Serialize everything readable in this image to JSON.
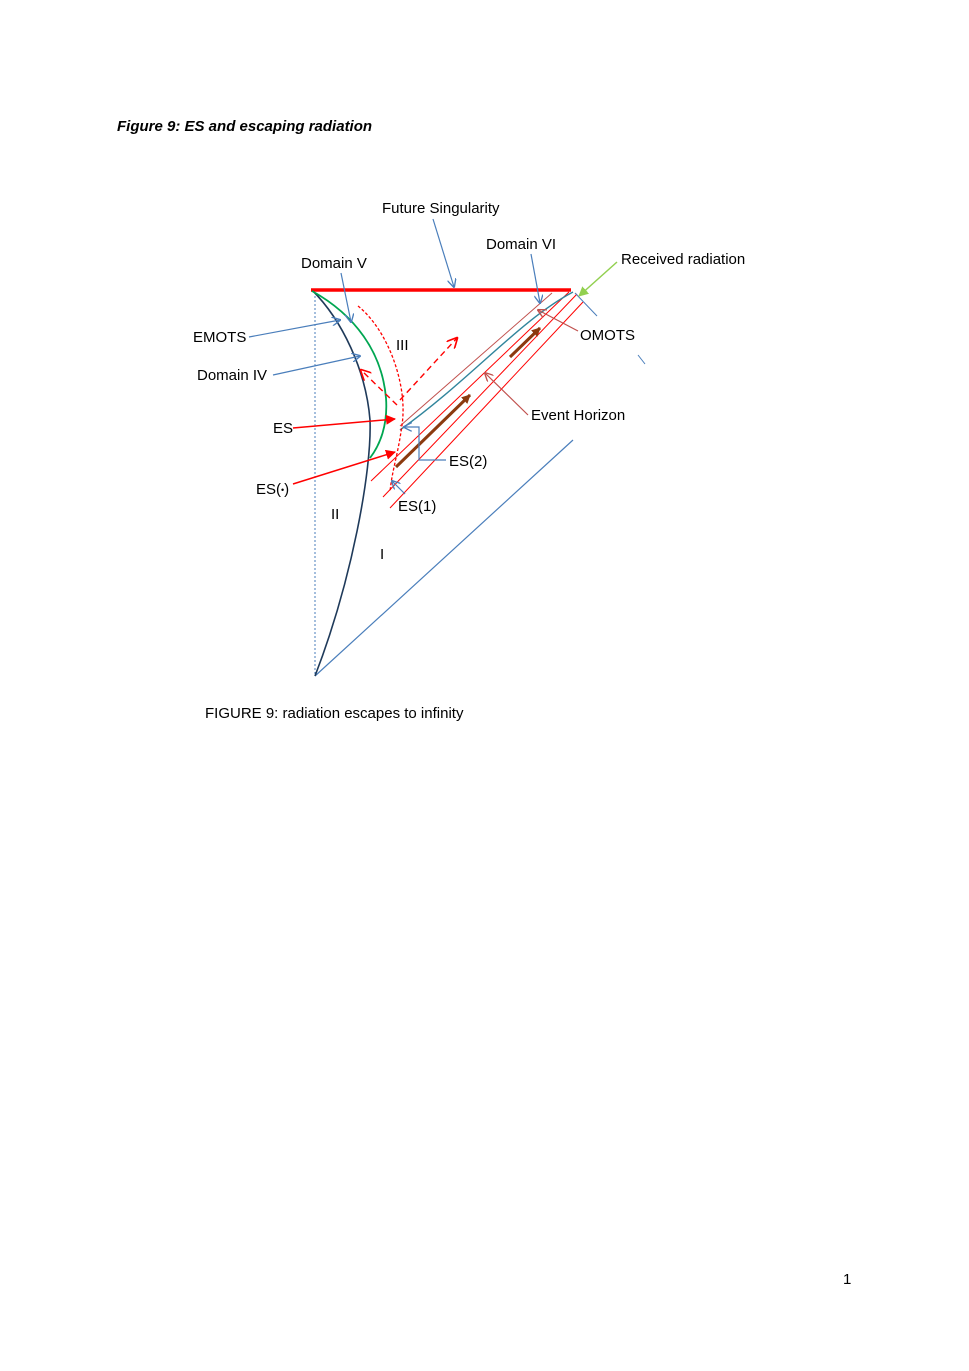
{
  "heading": "Figure 9: ES and escaping radiation",
  "caption": "FIGURE 9: radiation escapes to infinity",
  "page_number": "1",
  "labels": {
    "future_singularity": "Future Singularity",
    "domain_vi": "Domain VI",
    "domain_v": "Domain V",
    "received_radiation": "Received radiation",
    "emots": "EMOTS",
    "omots": "OMOTS",
    "domain_iv": "Domain IV",
    "region_iii": "III",
    "es": "ES",
    "event_horizon": "Event Horizon",
    "es2": "ES(2)",
    "es_star": "ES(",
    "es_star_dot": "•",
    "es_star_close": ")",
    "es1": "ES(1)",
    "region_ii": "II",
    "region_i": "I"
  },
  "colors": {
    "singularity": "#ff0000",
    "pointer_blue": "#4a7ebb",
    "curve_dark": "#1f3a5a",
    "emots_green": "#00a651",
    "omots_teal": "#31859c",
    "received_green": "#92d050",
    "arrow_red": "#ff0000",
    "horizon_pointer": "#c0504d",
    "radiation_brown": "#8b3a0f"
  }
}
